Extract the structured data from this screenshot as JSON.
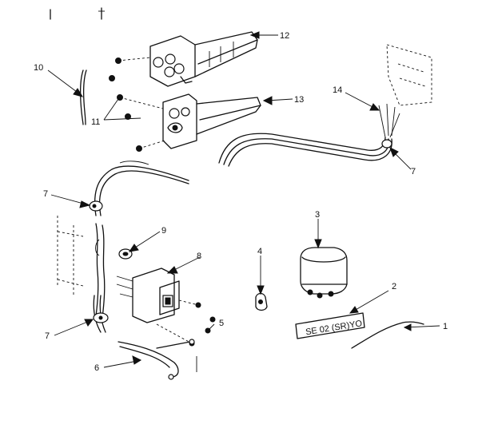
{
  "callouts": [
    {
      "id": "c1",
      "label": "1"
    },
    {
      "id": "c2",
      "label": "2"
    },
    {
      "id": "c3",
      "label": "3"
    },
    {
      "id": "c4",
      "label": "4"
    },
    {
      "id": "c5",
      "label": "5"
    },
    {
      "id": "c6",
      "label": "6"
    },
    {
      "id": "c7a",
      "label": "7"
    },
    {
      "id": "c7b",
      "label": "7"
    },
    {
      "id": "c7c",
      "label": "7"
    },
    {
      "id": "c8",
      "label": "8"
    },
    {
      "id": "c9",
      "label": "9"
    },
    {
      "id": "c10",
      "label": "10"
    },
    {
      "id": "c11",
      "label": "11"
    },
    {
      "id": "c12",
      "label": "12"
    },
    {
      "id": "c13",
      "label": "13"
    },
    {
      "id": "c14",
      "label": "14"
    }
  ],
  "plate_text": "SE 02 (SR)YO"
}
